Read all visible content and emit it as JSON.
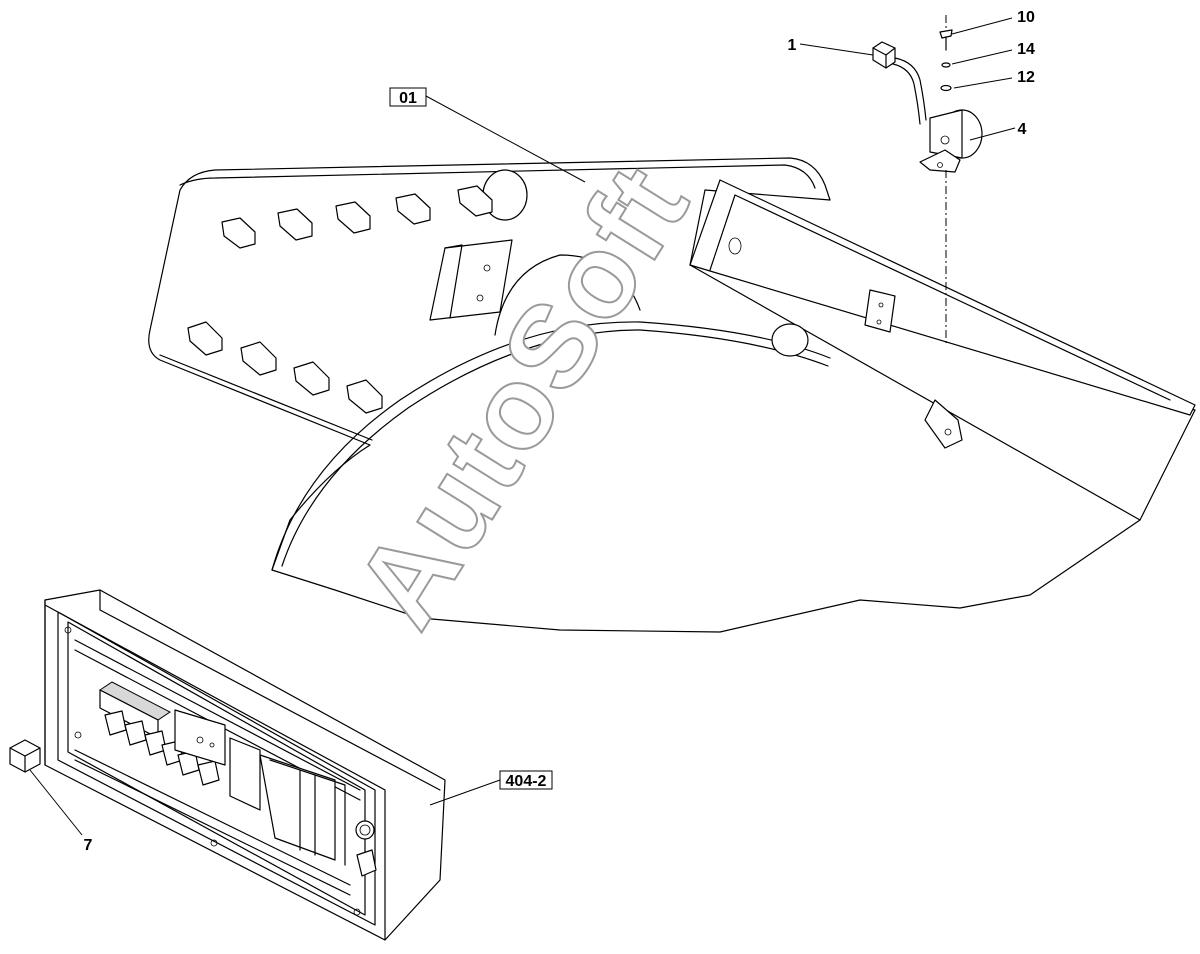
{
  "callouts": {
    "c01": "01",
    "c404": "404-2",
    "c1": "1",
    "c4": "4",
    "c7": "7",
    "c10": "10",
    "c12": "12",
    "c14": "14"
  },
  "watermark": "AutoSoft"
}
